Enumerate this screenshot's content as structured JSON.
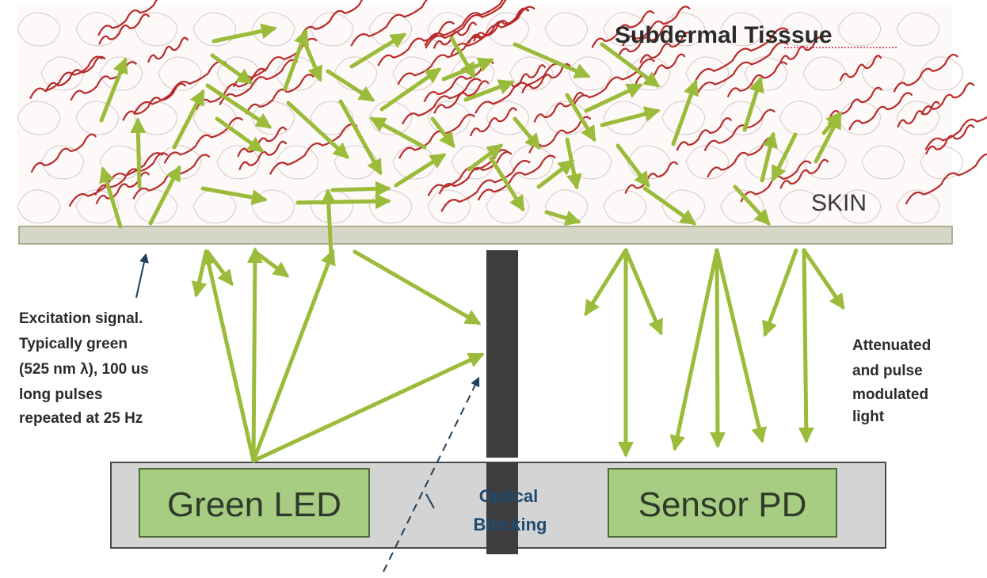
{
  "diagram": {
    "title": "Subdermal Tisssue",
    "skin_label": "SKIN",
    "excitation_note": [
      "Excitation signal.",
      "Typically green",
      "(525 nm λ), 100 us",
      "long pulses",
      "repeated at 25 Hz"
    ],
    "output_note": [
      "Attenuated",
      "and pulse",
      "modulated",
      "light"
    ],
    "led_label": "Green LED",
    "sensor_label": "Sensor PD",
    "blocking_label": [
      "Optical",
      "Blocking"
    ],
    "colors": {
      "light_arrow": "#9bbb3a",
      "box_fill": "#a6cd82",
      "box_border": "#4e6b3a",
      "base_fill": "#d4d4d4",
      "skin_fill": "#d6d6c6",
      "blocker": "#3d3d3d",
      "vessel": "#b82a2a",
      "callout": "#1f3f5a"
    }
  }
}
